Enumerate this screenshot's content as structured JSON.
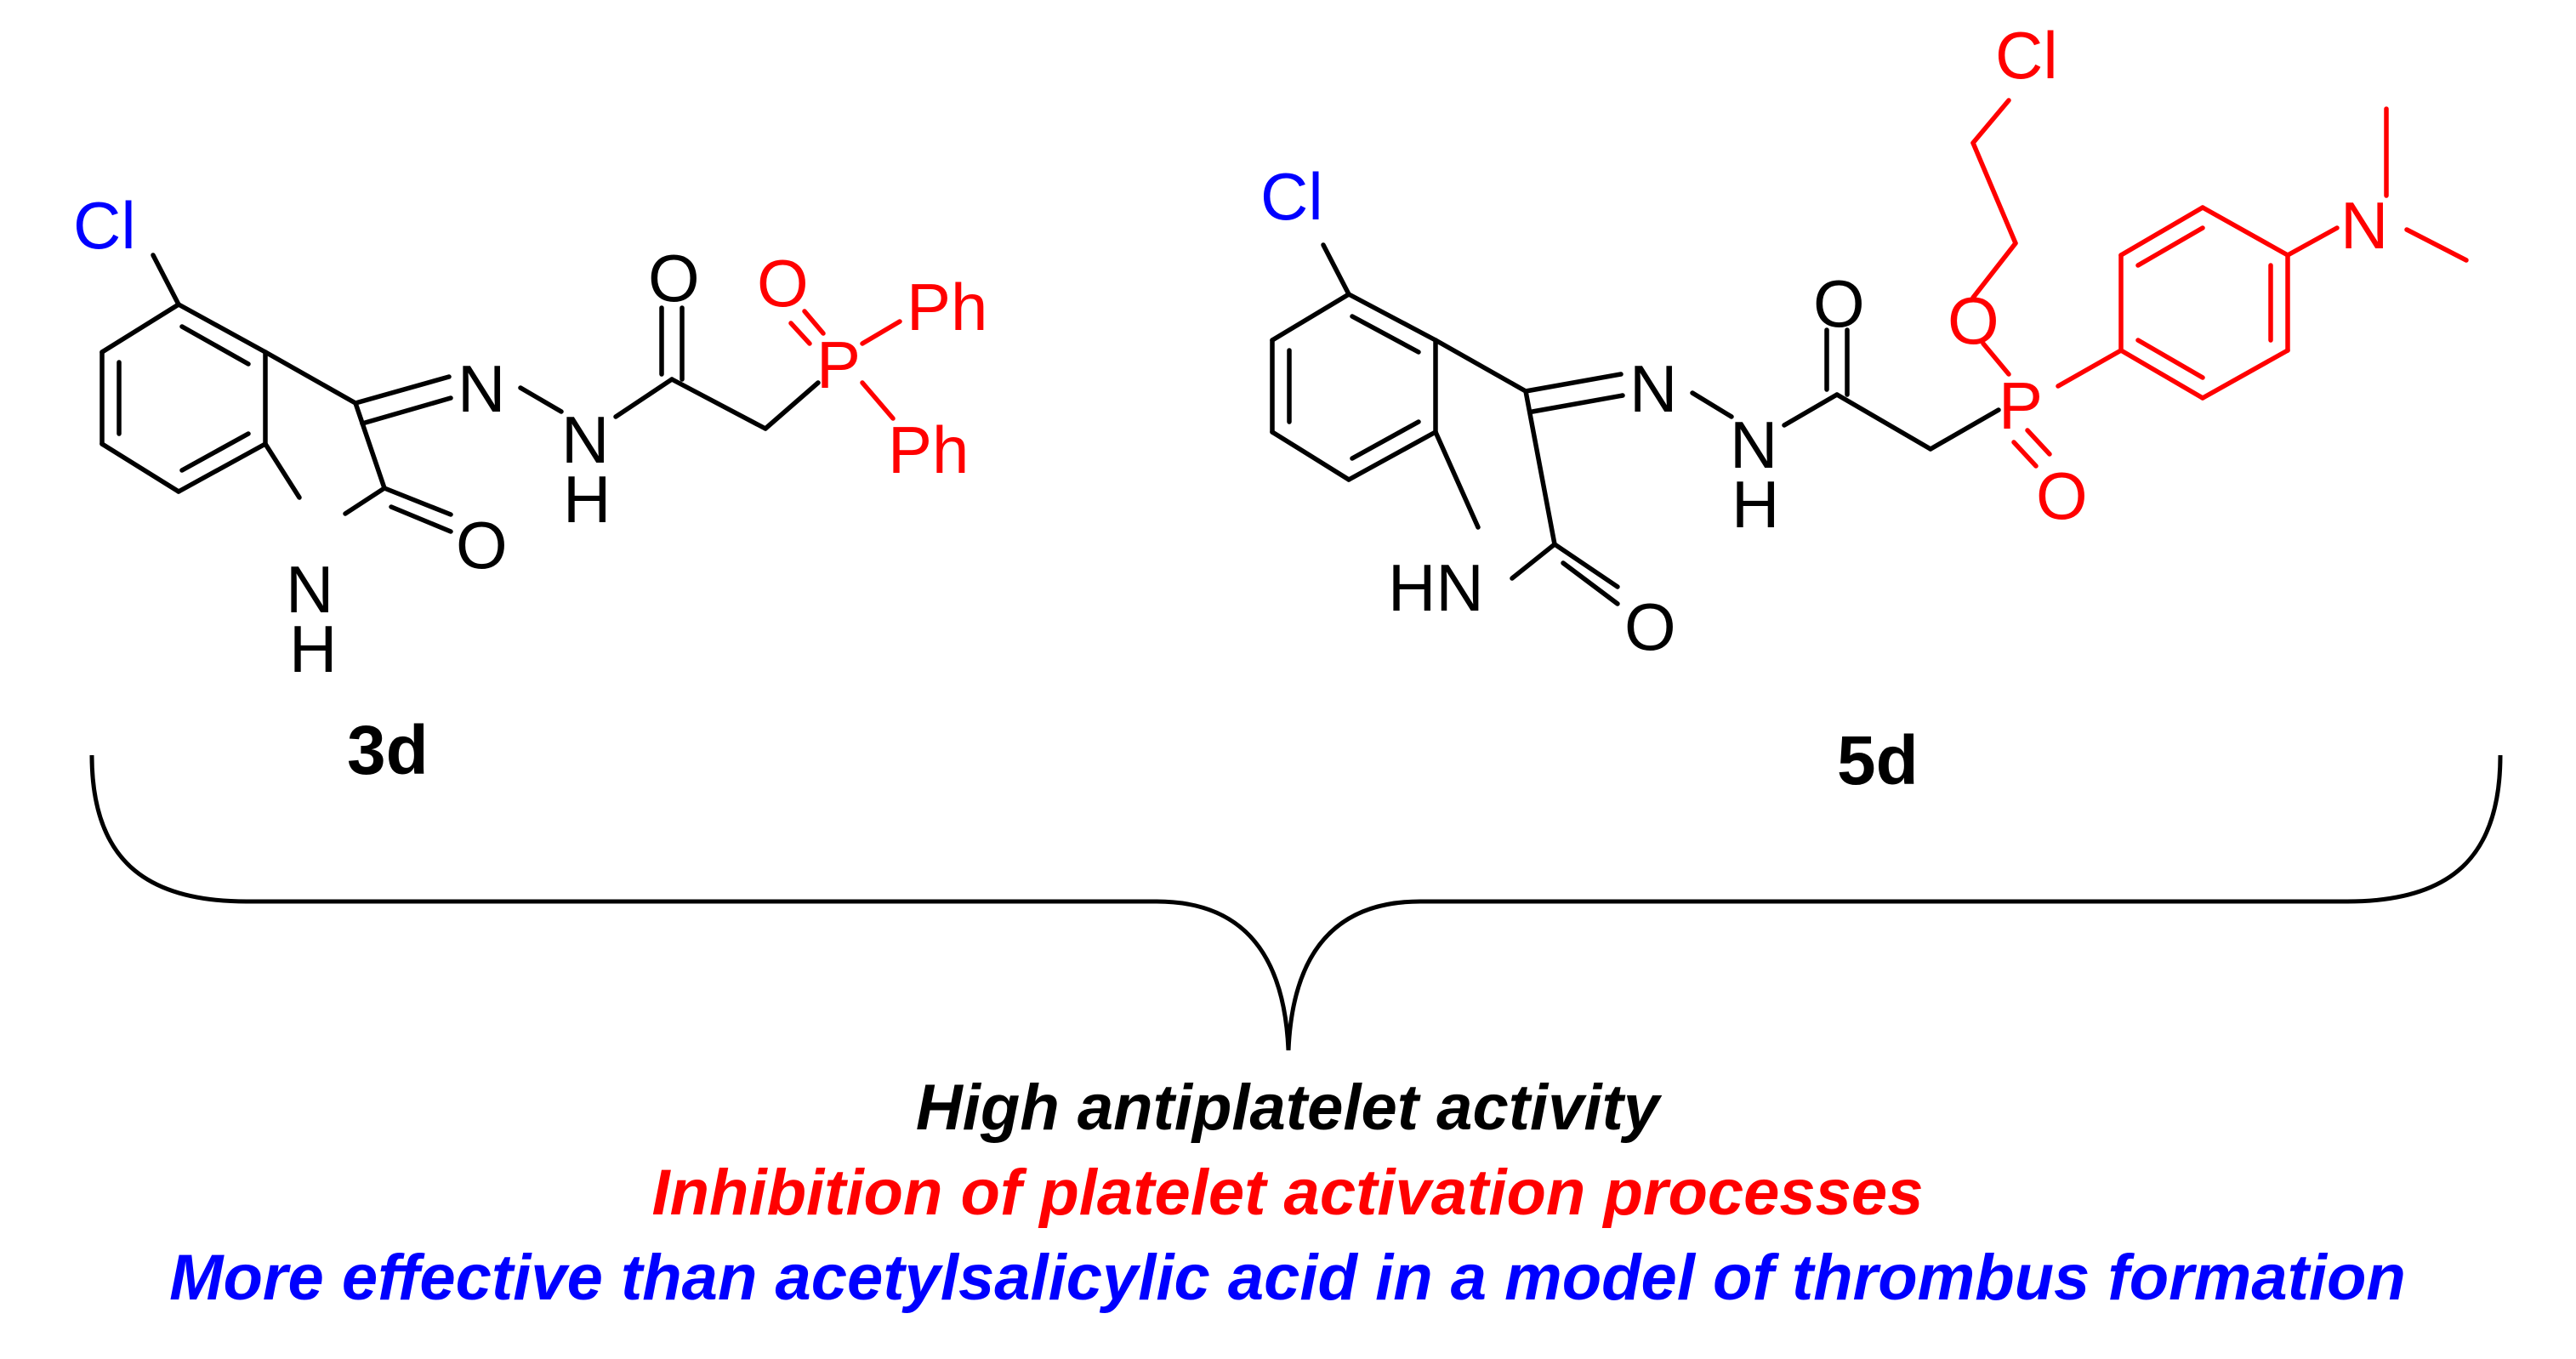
{
  "compounds": [
    {
      "label": "3d",
      "atoms": {
        "cl": "Cl",
        "nh_ring_n": "N",
        "nh_ring_h": "H",
        "o_lactam": "O",
        "n1": "N",
        "n2": "N",
        "n2_h": "H",
        "o_amide": "O",
        "o_p": "O",
        "p": "P",
        "ph1": "Ph",
        "ph2": "Ph"
      }
    },
    {
      "label": "5d",
      "atoms": {
        "cl": "Cl",
        "hn_ring": "HN",
        "o_lactam": "O",
        "n1": "N",
        "n2": "N",
        "n2_h": "H",
        "o_amide": "O",
        "o_ester": "O",
        "cl2": "Cl",
        "p": "P",
        "o_p": "O",
        "n_dimethyl": "N"
      }
    }
  ],
  "captions": {
    "line1": "High antiplatelet activity",
    "line2": "Inhibition of platelet activation processes",
    "line3": "More effective than acetylsalicylic acid in a model of thrombus formation"
  },
  "colors": {
    "line1": "#000000",
    "line2": "#ff0000",
    "line3": "#0000ff",
    "highlight": "#ff0000",
    "chlorine": "#0000ff"
  }
}
